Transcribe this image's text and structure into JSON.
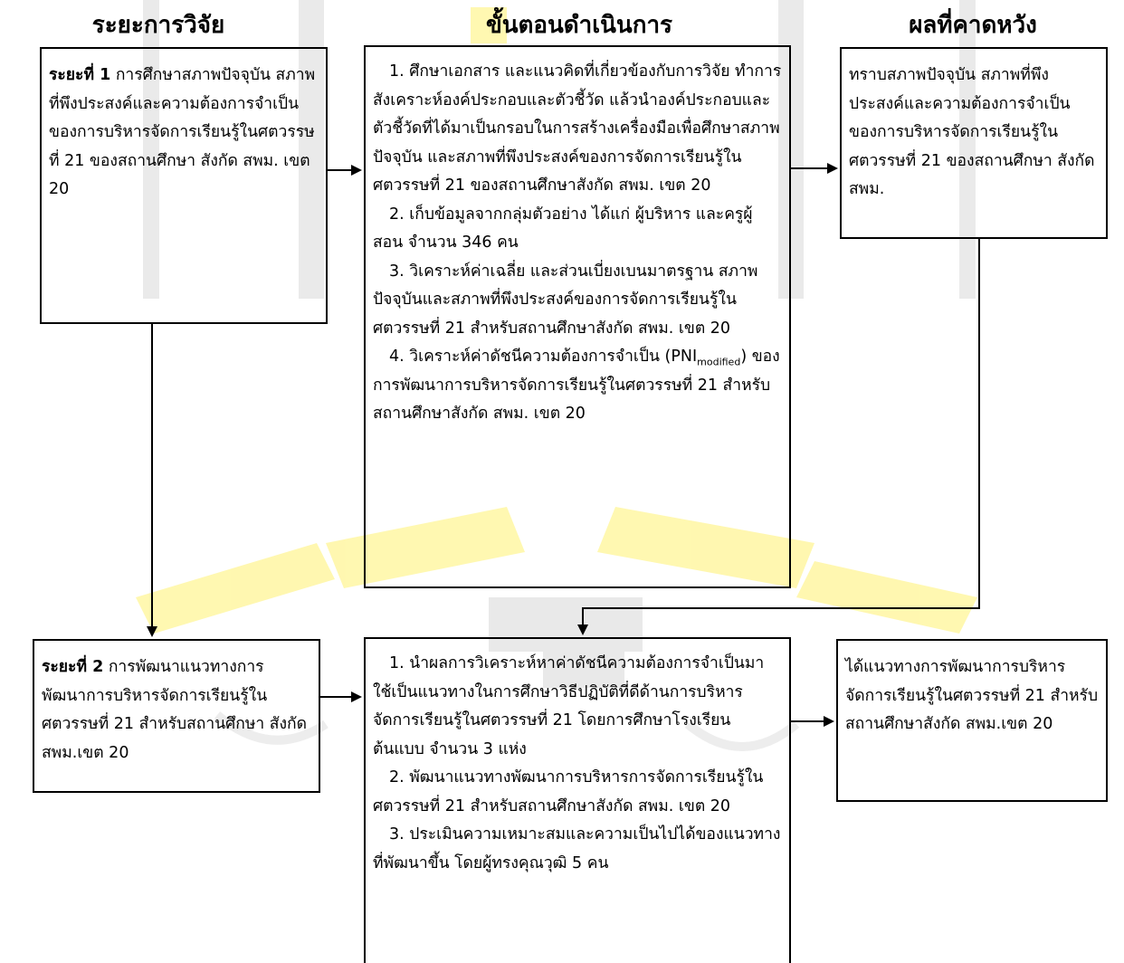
{
  "headers": {
    "phase": "ระยะการวิจัย",
    "steps": "ขั้นตอนดำเนินการ",
    "results": "ผลที่คาดหวัง"
  },
  "phase1": {
    "label": "ระยะที่ 1",
    "text": " การศึกษาสภาพปัจจุบัน สภาพที่พึงประสงค์และความต้องการจำเป็นของการบริหารจัดการเรียนรู้ในศตวรรษที่ 21 ของสถานศึกษา สังกัด สพม. เขต 20"
  },
  "steps1": {
    "s1": "1. ศึกษาเอกสาร และแนวคิดที่เกี่ยวข้องกับการวิจัย ทำการสังเคราะห์องค์ประกอบและตัวชี้วัด แล้วนำองค์ประกอบและตัวชี้วัดที่ได้มาเป็นกรอบในการสร้างเครื่องมือเพื่อศึกษาสภาพปัจจุบัน และสภาพที่พึงประสงค์ของการจัดการเรียนรู้ในศตวรรษที่ 21 ของสถานศึกษาสังกัด สพม. เขต 20",
    "s2": "2. เก็บข้อมูลจากกลุ่มตัวอย่าง ได้แก่ ผู้บริหาร และครูผู้สอน จำนวน 346 คน",
    "s3": "3. วิเคราะห์ค่าเฉลี่ย และส่วนเบี่ยงเบนมาตรฐาน สภาพปัจจุบันและสภาพที่พึงประสงค์ของการจัดการเรียนรู้ในศตวรรษที่ 21 สำหรับสถานศึกษาสังกัด สพม. เขต 20",
    "s4_pre": "4. วิเคราะห์ค่าดัชนีความต้องการจำเป็น (PNI",
    "s4_sub": "modified",
    "s4_post": ") ของการพัฒนาการบริหารจัดการเรียนรู้ในศตวรรษที่ 21 สำหรับสถานศึกษาสังกัด สพม. เขต 20"
  },
  "result1": {
    "text": "ทราบสภาพปัจจุบัน สภาพที่พึงประสงค์และความต้องการจำเป็น ของการบริหารจัดการเรียนรู้ในศตวรรษที่ 21 ของสถานศึกษา สังกัด สพม."
  },
  "phase2": {
    "label": "ระยะที่ 2",
    "text": " การพัฒนาแนวทางการพัฒนาการบริหารจัดการเรียนรู้ในศตวรรษที่ 21 สำหรับสถานศึกษา สังกัด สพม.เขต 20"
  },
  "steps2": {
    "s1": "1. นำผลการวิเคราะห์หาค่าดัชนีความต้องการจำเป็นมาใช้เป็นแนวทางในการศึกษาวิธีปฏิบัติที่ดีด้านการบริหารจัดการเรียนรู้ในศตวรรษที่ 21 โดยการศึกษาโรงเรียนต้นแบบ จำนวน 3 แห่ง",
    "s2": "2. พัฒนาแนวทางพัฒนาการบริหารการจัดการเรียนรู้ในศตวรรษที่ 21 สำหรับสถานศึกษาสังกัด สพม. เขต 20",
    "s3": "3. ประเมินความเหมาะสมและความเป็นไปได้ของแนวทางที่พัฒนาขึ้น โดยผู้ทรงคุณวุฒิ 5 คน"
  },
  "result2": {
    "text": "ได้แนวทางการพัฒนาการบริหารจัดการเรียนรู้ในศตวรรษที่ 21 สำหรับสถานศึกษาสังกัด สพม.เขต 20"
  },
  "colors": {
    "watermark_gray": "#d9d9d9",
    "watermark_yellow": "#fff7a8"
  }
}
